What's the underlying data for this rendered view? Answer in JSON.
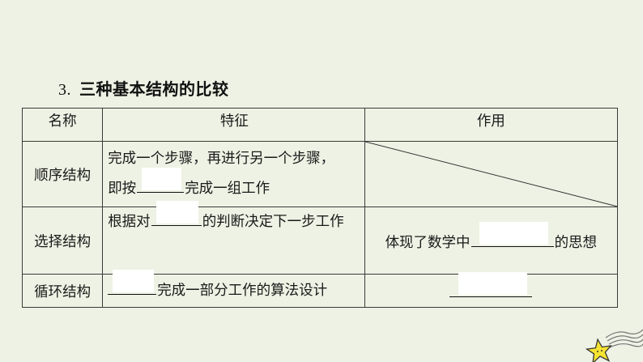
{
  "title": {
    "number": "3.",
    "text": "三种基本结构的比较"
  },
  "table": {
    "headers": [
      "名称",
      "特征",
      "作用"
    ],
    "rows": [
      {
        "name": "顺序结构",
        "feature_parts": [
          "完成一个步骤，再进行另一个步骤，",
          "即按",
          "完成一组工作"
        ],
        "function": ""
      },
      {
        "name": "选择结构",
        "feature_parts": [
          "根据对",
          "的判断决定下一步工作"
        ],
        "function_parts": [
          "体现了数学中",
          "的思想"
        ]
      },
      {
        "name": "循环结构",
        "feature_parts": [
          "",
          "完成一部分工作的算法设计"
        ],
        "function": ""
      }
    ]
  },
  "colors": {
    "background": "#eef2e4",
    "border": "#3a3a3a",
    "blank_mask": "#ffffff",
    "star": "#f5e431"
  }
}
